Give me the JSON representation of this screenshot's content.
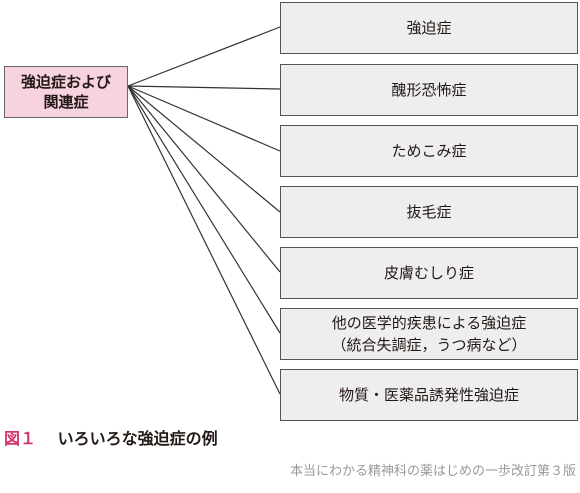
{
  "root": {
    "line1": "強迫症および",
    "line2": "関連症"
  },
  "leaves": [
    {
      "line1": "強迫症"
    },
    {
      "line1": "醜形恐怖症"
    },
    {
      "line1": "ためこみ症"
    },
    {
      "line1": "抜毛症"
    },
    {
      "line1": "皮膚むしり症"
    },
    {
      "line1": "他の医学的疾患による強迫症",
      "line2": "（統合失調症，うつ病など）"
    },
    {
      "line1": "物質・医薬品誘発性強迫症"
    }
  ],
  "caption": {
    "number": "図１",
    "title": "いろいろな強迫症の例"
  },
  "credit": "本当にわかる精神科の薬はじめの一歩改訂第３版",
  "colors": {
    "root_fill": "#f6d3df",
    "leaf_fill": "#eeeeee",
    "caption_accent": "#d6336c",
    "credit_text": "#999999"
  }
}
